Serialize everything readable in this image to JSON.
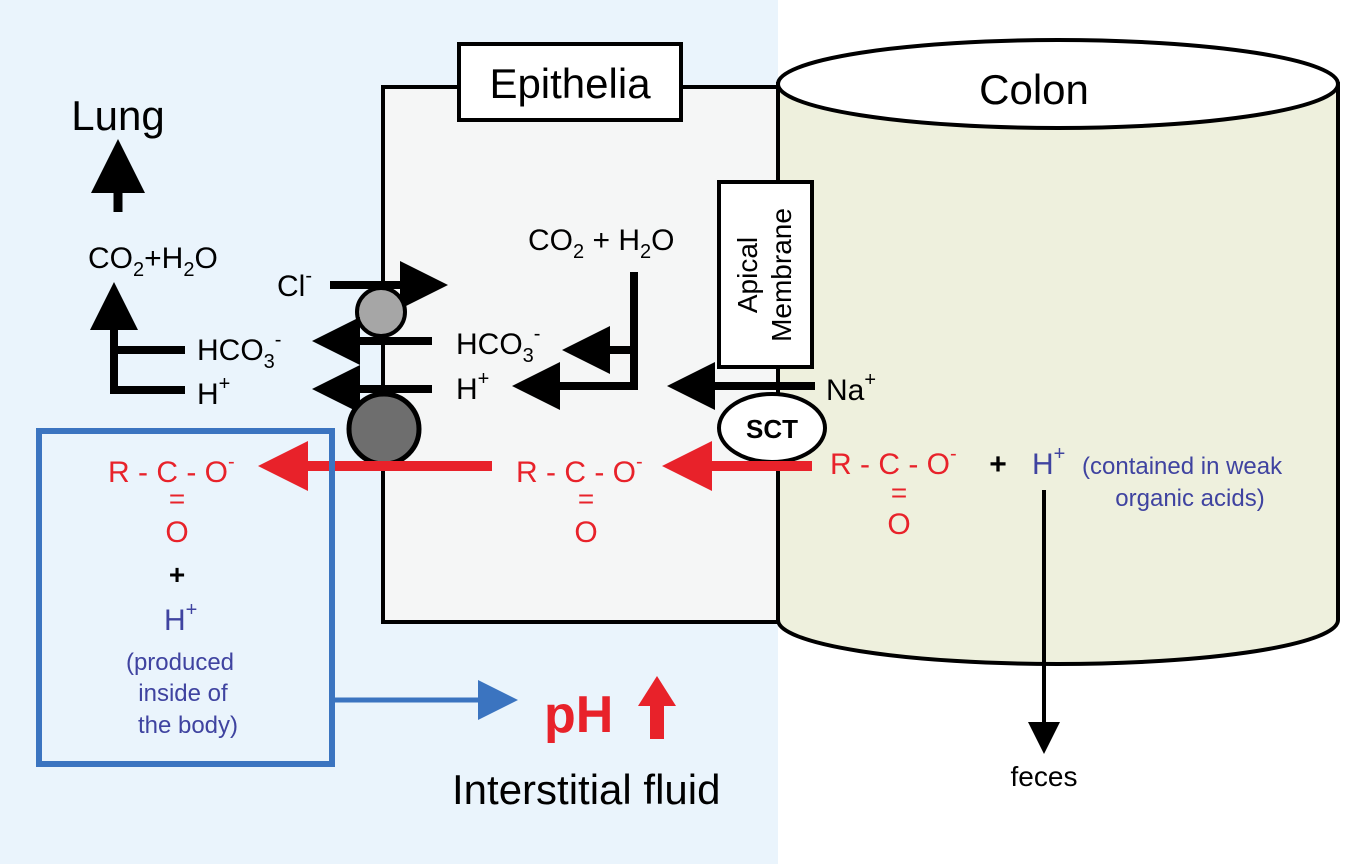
{
  "colors": {
    "interstitial_bg": "#eaf4fc",
    "epithelia_fill": "#f5f6f6",
    "colon_fill": "#eef0dd",
    "anion_red": "#e8222a",
    "proton_blue": "#3f43a0",
    "box_blue": "#3b74c0",
    "transporter_light": "#a6a6a6",
    "transporter_dark": "#6e6e6e"
  },
  "labels": {
    "epithelia": "Epithelia",
    "colon": "Colon",
    "lung": "Lung",
    "apical_line1": "Apical",
    "apical_line2": "Membrane",
    "sct": "SCT",
    "interstitial": "Interstitial fluid",
    "feces": "feces",
    "ph": "pH"
  },
  "molecules": {
    "co2": "CO",
    "sub2": "2",
    "plus_h2o_left": "+H",
    "plus_h2o_right": " + H",
    "o_after_h2": "O",
    "cl": "Cl",
    "minus": "-",
    "hco": "HCO",
    "sub3": "3",
    "h": "H",
    "plus_sup": "+",
    "na": "Na",
    "anion_part": "R - C - O",
    "double_bond": "=",
    "oxygen": "O",
    "plus": "+"
  },
  "notes": {
    "colon_h_line1": "(contained in weak",
    "colon_h_line2": "organic acids)",
    "body_h_line1": "(produced",
    "body_h_line2": "inside of",
    "body_h_line3": "the body)"
  }
}
